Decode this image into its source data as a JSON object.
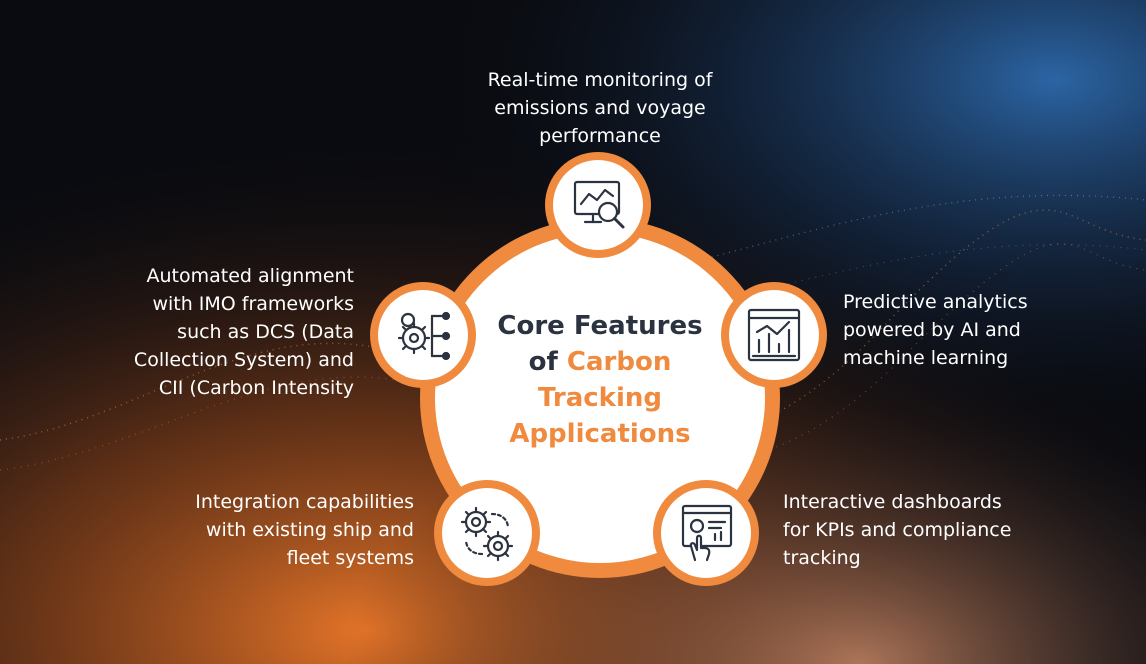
{
  "hub": {
    "line1": "Core Features",
    "line2_prefix": "of ",
    "line2_accent": "Carbon",
    "line3": "Tracking",
    "line4": "Applications"
  },
  "colors": {
    "accent": "#ef8a3e",
    "dark_text": "#2b3340",
    "icon_stroke": "#2b3340",
    "background_dark": "#0a0b10"
  },
  "features": [
    {
      "icon": "monitor-magnifier-chart-icon",
      "lines": [
        "Real-time monitoring of",
        "emissions and voyage",
        "performance"
      ]
    },
    {
      "icon": "analytics-dashboard-icon",
      "lines": [
        "Predictive analytics",
        "powered by AI and",
        "machine learning"
      ]
    },
    {
      "icon": "touch-dashboard-icon",
      "lines": [
        "Interactive dashboards",
        "for KPIs and compliance",
        "tracking"
      ]
    },
    {
      "icon": "connected-gears-icon",
      "lines": [
        "Integration capabilities",
        "with existing ship and",
        "fleet systems"
      ]
    },
    {
      "icon": "gear-network-icon",
      "lines": [
        "Automated alignment",
        "with IMO frameworks",
        "such as DCS (Data",
        "Collection System) and",
        "CII (Carbon Intensity"
      ]
    }
  ]
}
